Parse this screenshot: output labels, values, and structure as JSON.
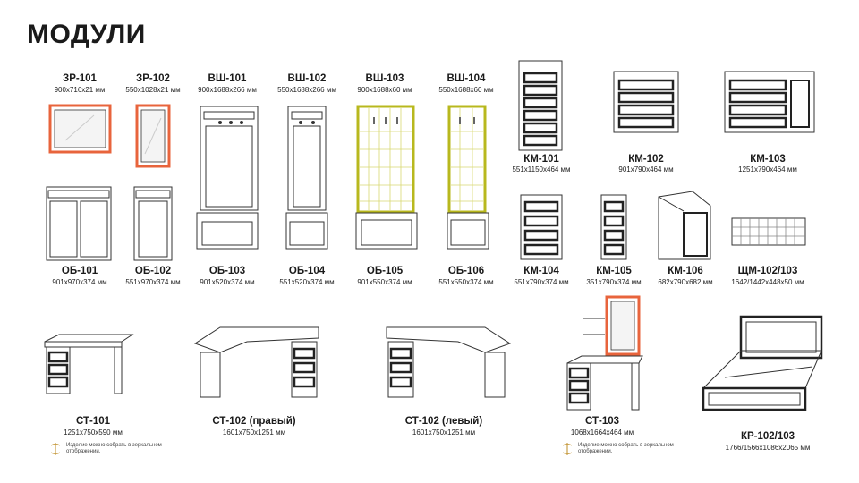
{
  "page": {
    "title": "МОДУЛИ"
  },
  "modules": [
    {
      "code": "ЗР-101",
      "dims": "900x716x21 мм"
    },
    {
      "code": "ЗР-102",
      "dims": "550x1028x21 мм"
    },
    {
      "code": "ВШ-101",
      "dims": "900x1688x266 мм"
    },
    {
      "code": "ВШ-102",
      "dims": "550x1688x266 мм"
    },
    {
      "code": "ВШ-103",
      "dims": "900x1688x60 мм"
    },
    {
      "code": "ВШ-104",
      "dims": "550x1688x60 мм"
    },
    {
      "code": "КМ-101",
      "dims": "551x1150x464 мм"
    },
    {
      "code": "КМ-102",
      "dims": "901x790x464 мм"
    },
    {
      "code": "КМ-103",
      "dims": "1251x790x464 мм"
    },
    {
      "code": "ОБ-101",
      "dims": "901x970x374 мм"
    },
    {
      "code": "ОБ-102",
      "dims": "551x970x374 мм"
    },
    {
      "code": "ОБ-103",
      "dims": "901x520x374 мм"
    },
    {
      "code": "ОБ-104",
      "dims": "551x520x374 мм"
    },
    {
      "code": "ОБ-105",
      "dims": "901x550x374 мм"
    },
    {
      "code": "ОБ-106",
      "dims": "551x550x374 мм"
    },
    {
      "code": "КМ-104",
      "dims": "551x790x374 мм"
    },
    {
      "code": "КМ-105",
      "dims": "351x790x374 мм"
    },
    {
      "code": "КМ-106",
      "dims": "682x790x682 мм"
    },
    {
      "code": "ЩМ-102/103",
      "dims": "1642/1442x448x50 мм"
    },
    {
      "code": "СТ-101",
      "dims": "1251x750x590 мм"
    },
    {
      "code": "СТ-102 (правый)",
      "dims": "1601x750x1251 мм"
    },
    {
      "code": "СТ-102 (левый)",
      "dims": "1601x750x1251 мм"
    },
    {
      "code": "СТ-103",
      "dims": "1068x1664x464 мм"
    },
    {
      "code": "КР-102/103",
      "dims": "1766/1566x1086x2065 мм"
    }
  ],
  "notes": [
    {
      "text": "Изделие можно собрать в зеркальном отображении."
    },
    {
      "text": "Изделие можно собрать в зеркальном отображении."
    }
  ],
  "colors": {
    "mirror_frame": "#e8643c",
    "panel_frame": "#b8b81e",
    "line": "#333333"
  },
  "icons": [
    "mirror-assembly-icon"
  ]
}
